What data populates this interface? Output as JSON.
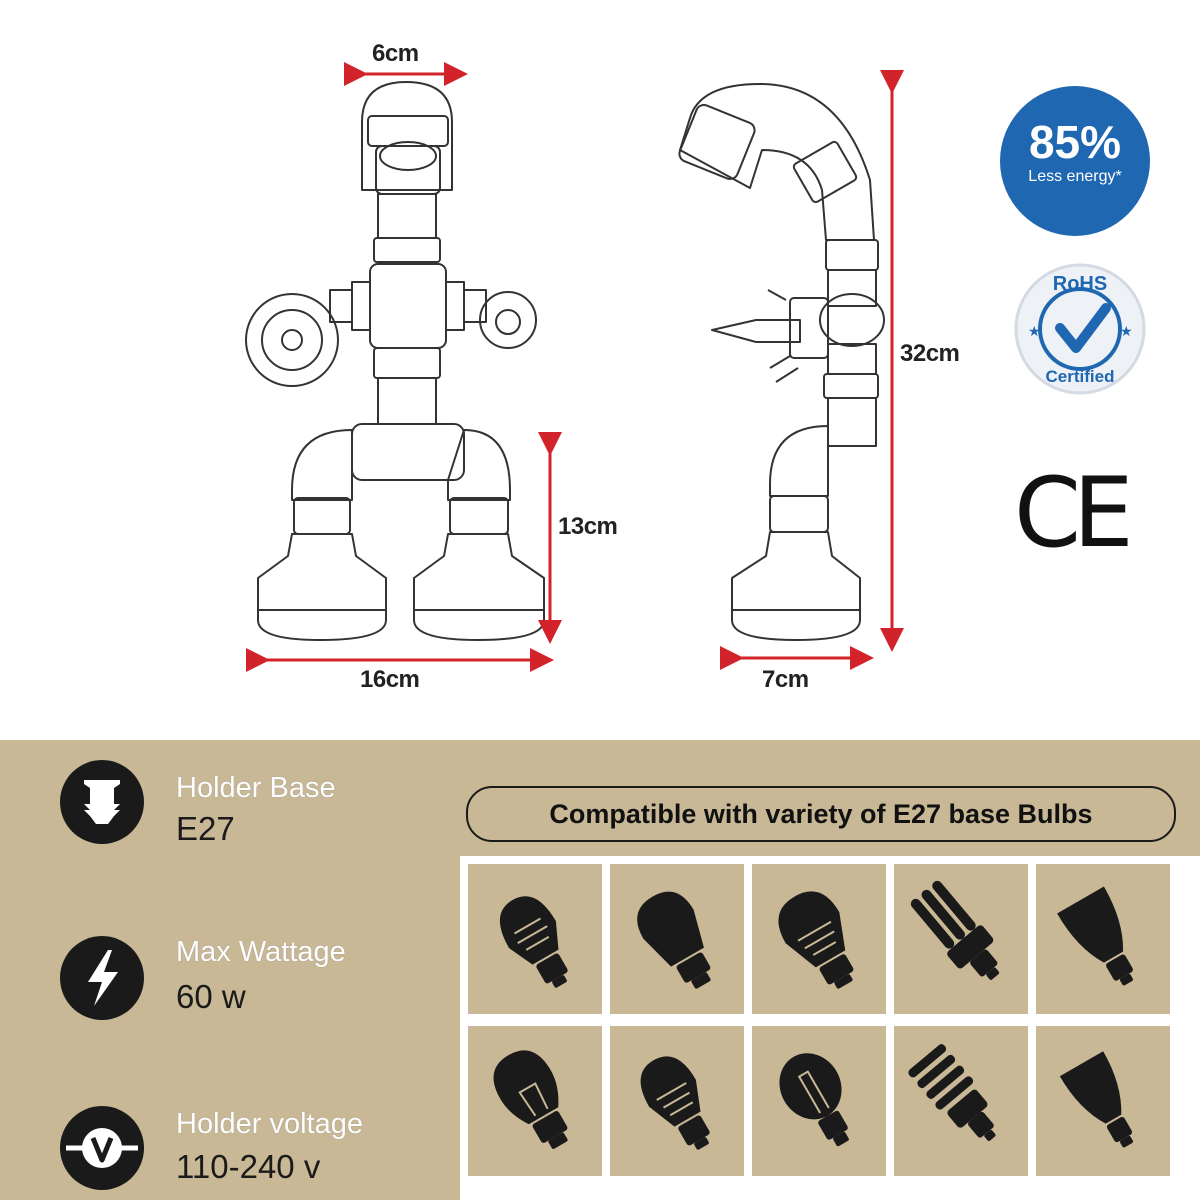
{
  "dimensions": {
    "head_width": "6cm",
    "front_width": "16cm",
    "leg_height": "13cm",
    "total_height": "32cm",
    "depth": "7cm"
  },
  "certifications": {
    "energy_percent": "85%",
    "energy_label": "Less energy*",
    "rohs_text": "RoHS",
    "rohs_certified": "Certified",
    "ce_mark": "CE"
  },
  "specs": [
    {
      "label": "Holder Base",
      "value": "E27",
      "icon": "bulb-base-icon"
    },
    {
      "label": "Max Wattage",
      "value": "60 w",
      "icon": "lightning-icon"
    },
    {
      "label": "Holder voltage",
      "value": "110-240 v",
      "icon": "voltage-icon"
    }
  ],
  "compatibility": {
    "title": "Compatible with variety of E27 base Bulbs",
    "bulbs": [
      "led-bulb-icon",
      "globe-bulb-icon",
      "led-bulb-icon",
      "cfl-bulb-icon",
      "reflector-bulb-icon",
      "incandescent-bulb-icon",
      "led-bulb-icon",
      "filament-bulb-icon",
      "spiral-cfl-icon",
      "reflector-bulb-icon"
    ]
  },
  "colors": {
    "panel": "#c9b896",
    "badge_blue": "#1f67b1",
    "dimension_arrow": "#d2232a"
  }
}
